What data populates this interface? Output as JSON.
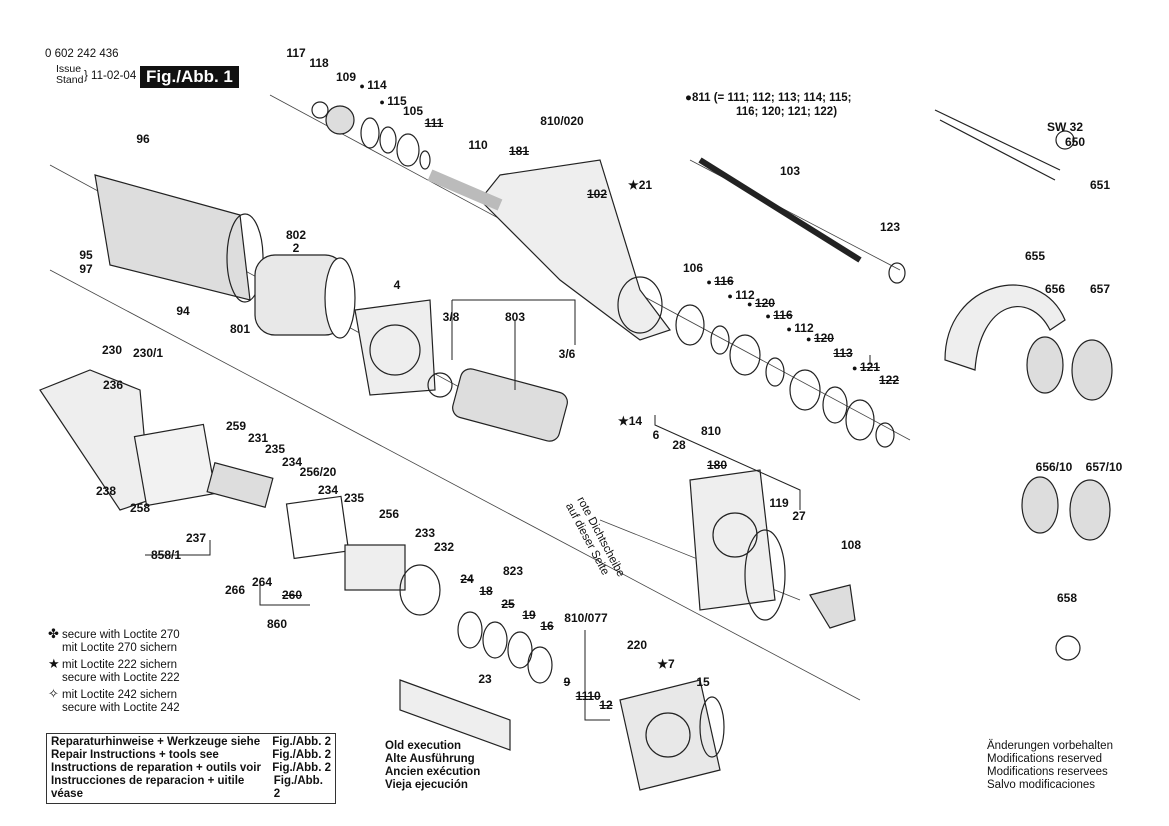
{
  "header": {
    "part_number": "0 602 242 436",
    "issue_label_1": "Issue",
    "issue_label_2": "Stand",
    "date": "11-02-04",
    "figure": "Fig./Abb. 1"
  },
  "note_811": {
    "line1": "811 (= 111; 112; 113; 114; 115;",
    "line2": "116; 120; 121; 122)"
  },
  "labels": [
    "117",
    "118",
    "109",
    "114",
    "115",
    "105",
    "111",
    "110",
    "810/020",
    "181",
    "102",
    "21",
    "103",
    "123",
    "SW 32",
    "650",
    "651",
    "655",
    "656",
    "657",
    "96",
    "802",
    "2",
    "95",
    "97",
    "94",
    "801",
    "4",
    "3/8",
    "803",
    "3/6",
    "106",
    "116",
    "112",
    "120",
    "116",
    "112",
    "120",
    "113",
    "121",
    "122",
    "230",
    "230/1",
    "236",
    "259",
    "231",
    "235",
    "234",
    "256/20",
    "234",
    "235",
    "256",
    "233",
    "232",
    "238",
    "258",
    "237",
    "858/1",
    "266",
    "264",
    "260",
    "860",
    "14",
    "6",
    "28",
    "810",
    "180",
    "119",
    "27",
    "108",
    "823",
    "24",
    "18",
    "25",
    "19",
    "16",
    "810/077",
    "220",
    "7",
    "15",
    "23",
    "9",
    "11",
    "10",
    "12",
    "656/10",
    "657/10",
    "658"
  ],
  "legend": [
    {
      "icon": "club-icon",
      "line1": "secure with Loctite 270",
      "line2": "mit Loctite 270 sichern"
    },
    {
      "icon": "star-filled-icon",
      "line1": "mit Loctite 222 sichern",
      "line2": "secure with Loctite 222"
    },
    {
      "icon": "star-outline-icon",
      "line1": "mit Loctite 242 sichern",
      "line2": "secure with Loctite 242"
    }
  ],
  "repair": [
    {
      "text": "Reparaturhinweise + Werkzeuge siehe",
      "ref": "Fig./Abb. 2"
    },
    {
      "text": "Repair Instructions + tools see",
      "ref": "Fig./Abb. 2"
    },
    {
      "text": "Instructions de reparation + outils voir",
      "ref": "Fig./Abb. 2"
    },
    {
      "text": "Instrucciones de reparacion + uitile véase",
      "ref": "Fig./Abb. 2"
    }
  ],
  "old_execution": [
    "Old execution",
    "Alte Ausführung",
    "Ancien exécution",
    "Vieja ejecución"
  ],
  "rote": [
    "rote Dichtscheibe",
    "auf dieser Seite"
  ],
  "modifications": [
    "Änderungen vorbehalten",
    "Modifications reserved",
    "Modifications reservees",
    "Salvo modificaciones"
  ]
}
